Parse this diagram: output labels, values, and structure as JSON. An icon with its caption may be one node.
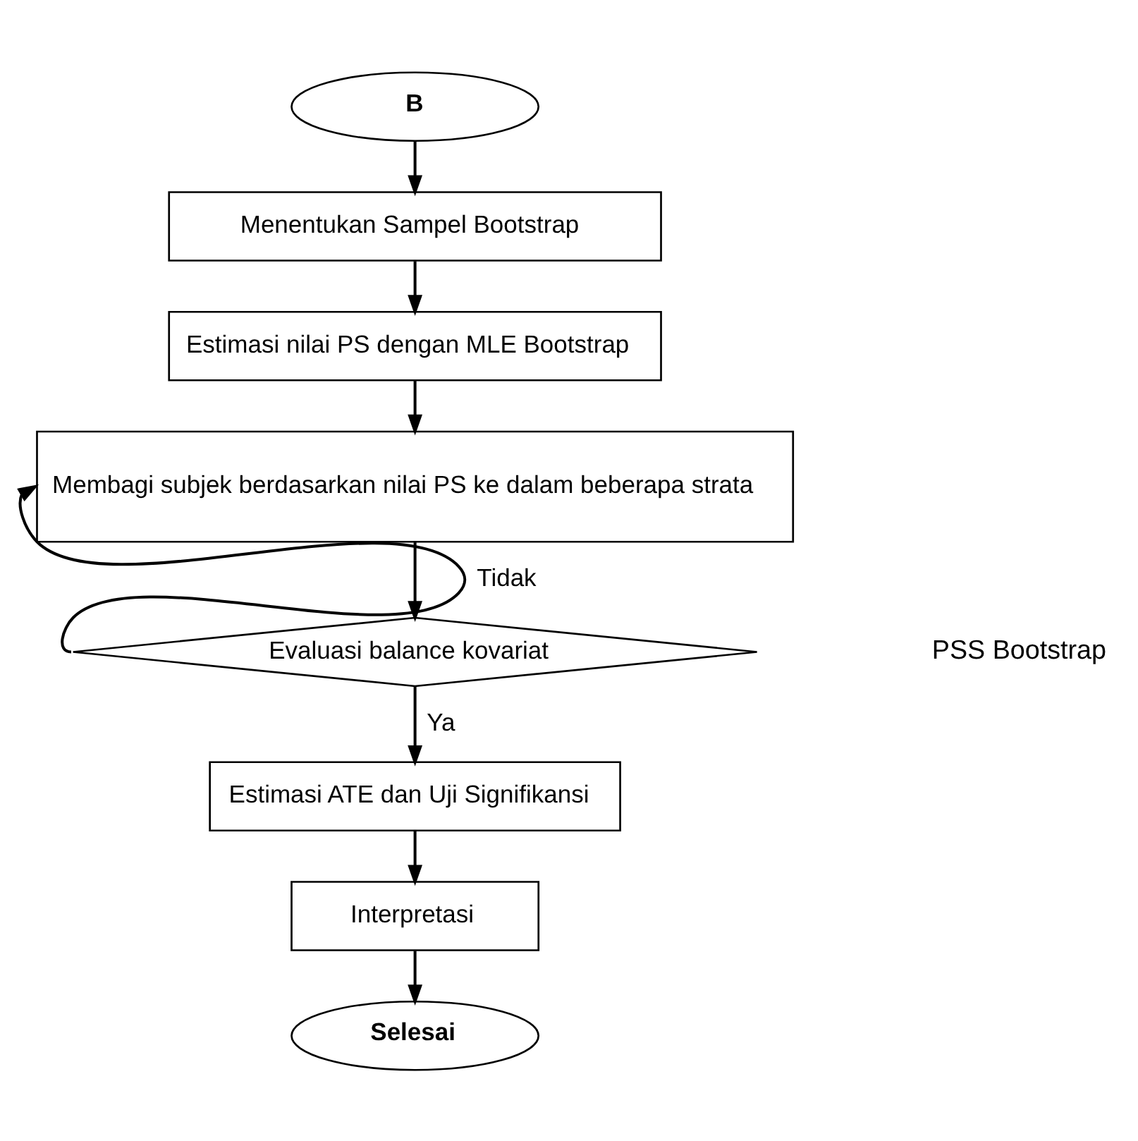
{
  "diagram": {
    "nodes": [
      {
        "text": [
          "B"
        ]
      },
      {
        "text": [
          "Menentukan Sampel Bootstrap"
        ]
      },
      {
        "text": [
          "Estimasi nilai PS dengan MLE Bootstrap"
        ]
      },
      {
        "text": [
          "Membagi subjek berdasarkan nilai PS ke dalam beberapa strata"
        ]
      },
      {
        "text": [
          "Evaluasi balance kovariat"
        ]
      },
      {
        "text": [
          "Estimasi ATE dan Uji Signifikansi"
        ]
      },
      {
        "text": [
          "Interpretasi"
        ]
      },
      {
        "text": [
          "Selesai"
        ]
      }
    ],
    "edges": [
      {
        "from": 0,
        "to": 1,
        "arrow": "to"
      },
      {
        "from": 1,
        "to": 2,
        "arrow": "to"
      },
      {
        "from": 2,
        "to": 3,
        "arrow": "to"
      },
      {
        "from": 3,
        "to": 4,
        "arrow": "to"
      },
      {
        "from": 4,
        "to": 3,
        "arrow": "to",
        "label": "Tidak"
      },
      {
        "from": 4,
        "to": 5,
        "arrow": "to",
        "label": "Ya"
      },
      {
        "from": 5,
        "to": 6,
        "arrow": "to"
      },
      {
        "from": 6,
        "to": 7,
        "arrow": "to"
      }
    ],
    "labels": [
      "PSS Bootstrap"
    ]
  }
}
